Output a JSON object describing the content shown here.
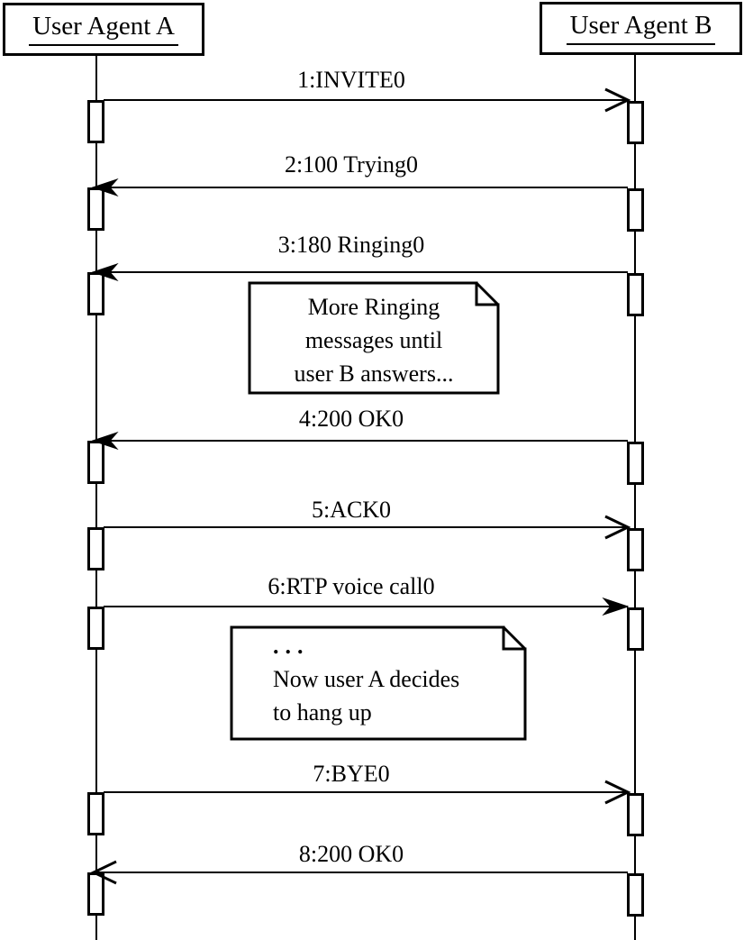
{
  "diagram": {
    "type": "uml-sequence-diagram",
    "subject": "SIP call setup and teardown between two user agents"
  },
  "actors": [
    {
      "name": "User Agent A"
    },
    {
      "name": "User Agent B"
    }
  ],
  "messages": [
    {
      "label": "1:INVITE0",
      "from": "User Agent A",
      "to": "User Agent B",
      "direction": "right",
      "arrowhead": "open"
    },
    {
      "label": "2:100 Trying0",
      "from": "User Agent B",
      "to": "User Agent A",
      "direction": "left",
      "arrowhead": "filled"
    },
    {
      "label": "3:180 Ringing0",
      "from": "User Agent B",
      "to": "User Agent A",
      "direction": "left",
      "arrowhead": "filled"
    },
    {
      "label": "4:200 OK0",
      "from": "User Agent B",
      "to": "User Agent A",
      "direction": "left",
      "arrowhead": "filled"
    },
    {
      "label": "5:ACK0",
      "from": "User Agent A",
      "to": "User Agent B",
      "direction": "right",
      "arrowhead": "open"
    },
    {
      "label": "6:RTP voice call0",
      "from": "User Agent A",
      "to": "User Agent B",
      "direction": "right",
      "arrowhead": "filled"
    },
    {
      "label": "7:BYE0",
      "from": "User Agent A",
      "to": "User Agent B",
      "direction": "right",
      "arrowhead": "open"
    },
    {
      "label": "8:200 OK0",
      "from": "User Agent B",
      "to": "User Agent A",
      "direction": "left",
      "arrowhead": "open"
    }
  ],
  "notes": [
    {
      "lines": [
        "More Ringing",
        "messages until",
        "user B answers..."
      ],
      "align": "center"
    },
    {
      "lines": [
        "...",
        "Now user A decides",
        "to hang up"
      ],
      "align": "left"
    }
  ],
  "colors": {
    "stroke": "#000000",
    "background": "#ffffff",
    "note_fill": "#ffffff"
  }
}
